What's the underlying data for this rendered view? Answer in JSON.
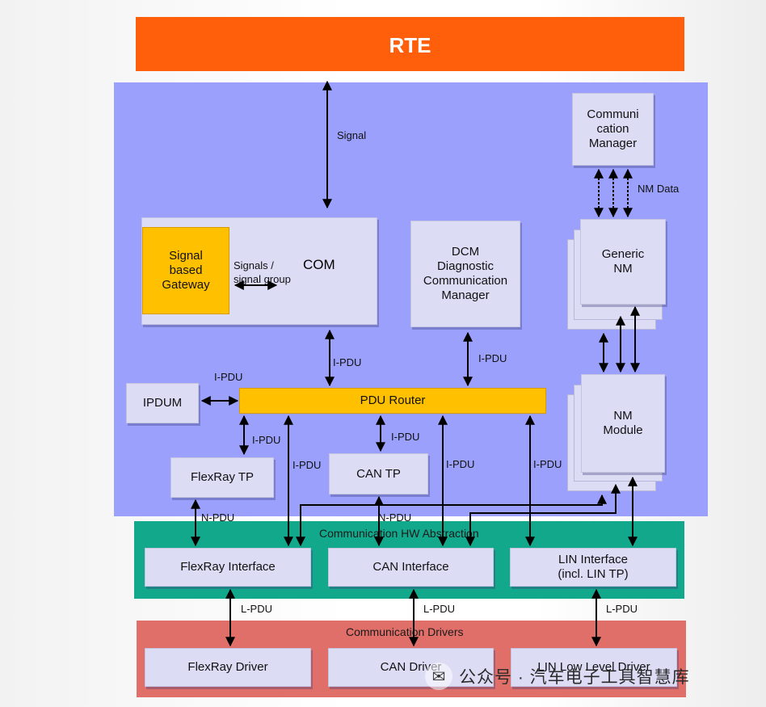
{
  "rte": "RTE",
  "signal": "Signal",
  "com": {
    "title": "COM",
    "gateway": [
      "Signal",
      "based",
      "Gateway"
    ],
    "signals": [
      "Signals /",
      "signal group"
    ]
  },
  "dcm": [
    "DCM",
    "Diagnostic",
    "Communication",
    "Manager"
  ],
  "comm_manager": [
    "Communi",
    "cation",
    "Manager"
  ],
  "nm_data": "NM Data",
  "generic_nm": [
    "Generic",
    "NM"
  ],
  "nm_module": [
    "NM",
    "Module"
  ],
  "ipdum": "IPDUM",
  "pdu_router": "PDU Router",
  "flexray_tp": "FlexRay TP",
  "can_tp": "CAN TP",
  "labels": {
    "ipdu": "I-PDU",
    "npdu": "N-PDU",
    "lpdu": "L-PDU"
  },
  "hw_abstraction": {
    "title": "Communication HW Abstraction",
    "flexray": "FlexRay Interface",
    "can": "CAN Interface",
    "lin": [
      "LIN Interface",
      "(incl. LIN TP)"
    ]
  },
  "drivers": {
    "title": "Communication Drivers",
    "flexray": "FlexRay Driver",
    "can": "CAN Driver",
    "lin": "LIN Low Level Driver"
  },
  "watermark": "公众号 · 汽车电子工具智慧库"
}
